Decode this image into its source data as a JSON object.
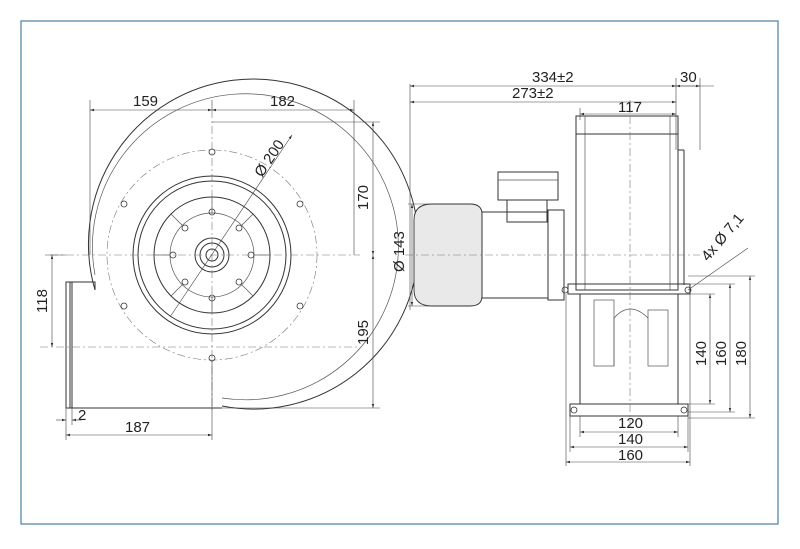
{
  "dimensions": {
    "width_left": "159",
    "width_right": "182",
    "diameter_outer": "Ø 200",
    "height_upper": "170",
    "height_lower": "195",
    "outlet_height": "118",
    "flange_thickness": "2",
    "outlet_offset": "187",
    "motor_diameter": "Ø 143",
    "overall_length": "334±2",
    "housing_length": "273±2",
    "flange_depth": "30",
    "housing_width": "117",
    "mount_holes": "4x Ø 7,1",
    "foot_140_vertical": "140",
    "foot_160_vertical": "160",
    "foot_180_vertical": "180",
    "foot_120": "120",
    "foot_140": "140",
    "foot_160": "160"
  },
  "colors": {
    "frame": "#4a7fa8",
    "line": "#333333"
  }
}
